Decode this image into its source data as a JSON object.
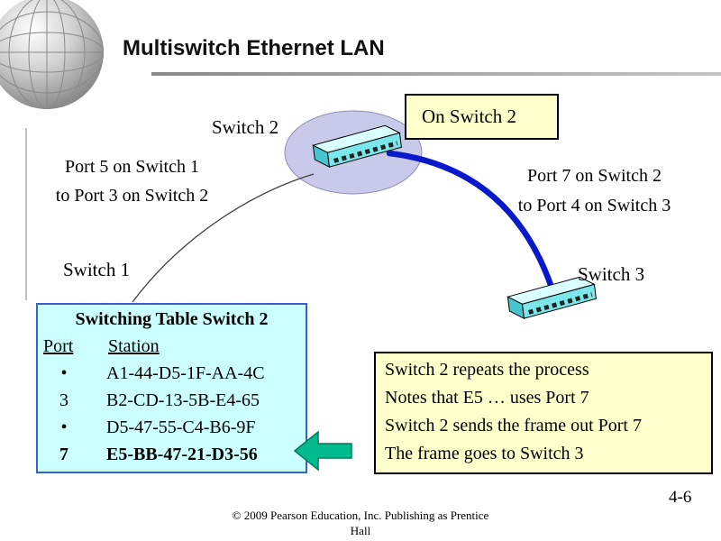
{
  "slide": {
    "title": "Multiswitch Ethernet LAN",
    "page_number": "4-6",
    "footer_line1": "© 2009 Pearson Education, Inc.  Publishing as Prentice",
    "footer_line2": "Hall"
  },
  "labels": {
    "switch1": "Switch 1",
    "switch2": "Switch 2",
    "switch3": "Switch 3",
    "on_switch2": "On Switch 2",
    "link12_line1": "Port 5 on Switch 1",
    "link12_line2": "to Port 3 on Switch 2",
    "link23_line1": "Port 7 on Switch 2",
    "link23_line2": "to Port 4 on Switch 3"
  },
  "switching_table": {
    "title": "Switching Table Switch 2",
    "col_port": "Port",
    "col_station": "Station",
    "rows": [
      {
        "port": "•",
        "station": "A1-44-D5-1F-AA-4C"
      },
      {
        "port": "3",
        "station": "B2-CD-13-5B-E4-65"
      },
      {
        "port": "•",
        "station": "D5-47-55-C4-B6-9F"
      },
      {
        "port": "7",
        "station": "E5-BB-47-21-D3-56"
      }
    ]
  },
  "note_box": {
    "lines": [
      "Switch 2 repeats the process",
      "Notes that E5 … uses Port 7",
      "Switch 2 sends the frame out Port 7",
      "The frame goes to Switch 3"
    ]
  },
  "colors": {
    "table_bg": "#ccffff",
    "table_border": "#3a5fcd",
    "note_bg": "#ffffcc",
    "link_blue": "#0a18cc",
    "arrow_green": "#00bb8e",
    "ellipse_fill": "#c9c9e9",
    "switch_cyan": "#7ce7ea"
  }
}
